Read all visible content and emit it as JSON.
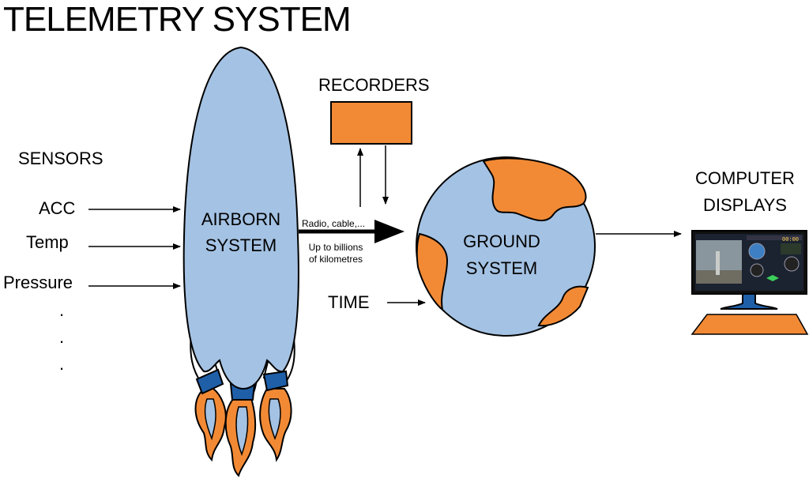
{
  "title": "TELEMETRY SYSTEM",
  "sensors": {
    "heading": "SENSORS",
    "items": [
      "ACC",
      "Temp",
      "Pressure"
    ],
    "ellipsis": [
      ".",
      ".",
      "."
    ]
  },
  "airborne": {
    "line1": "AIRBORN",
    "line2": "SYSTEM"
  },
  "link": {
    "top": "Radio, cable,...",
    "bottom_line1": "Up to billions",
    "bottom_line2": "of kilometres"
  },
  "recorders": {
    "label": "RECORDERS"
  },
  "ground": {
    "line1": "GROUND",
    "line2": "SYSTEM"
  },
  "time": {
    "label": "TIME"
  },
  "displays": {
    "line1": "COMPUTER",
    "line2": "DISPLAYS"
  },
  "colors": {
    "rocket_body": "#a4c2e3",
    "flame": "#f28a35",
    "band": "#1f5fa8",
    "recorder_box": "#f28a35",
    "globe": "#a4c2e3",
    "land": "#f28a35",
    "monitor_stand": "#1f5fa8",
    "keyboard": "#f28a35"
  }
}
